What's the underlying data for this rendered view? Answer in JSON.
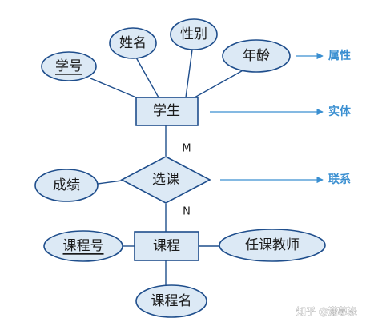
{
  "colors": {
    "shape_fill": "#dce9f5",
    "shape_stroke": "#1f4e8c",
    "line": "#1f4e8c",
    "legend": "#3a8fd1",
    "text": "#1a1a1a"
  },
  "entities": {
    "student": "学生",
    "course": "课程"
  },
  "relationship": {
    "label": "选课",
    "card_top": "M",
    "card_bottom": "N"
  },
  "attributes": {
    "student_id": "学号",
    "name": "姓名",
    "gender": "性别",
    "age": "年龄",
    "grade": "成绩",
    "course_id": "课程号",
    "teacher": "任课教师",
    "course_name": "课程名"
  },
  "legend": {
    "attribute": "属性",
    "entity": "实体",
    "relation": "联系"
  },
  "watermark": "知乎 @瀟蕁淥"
}
